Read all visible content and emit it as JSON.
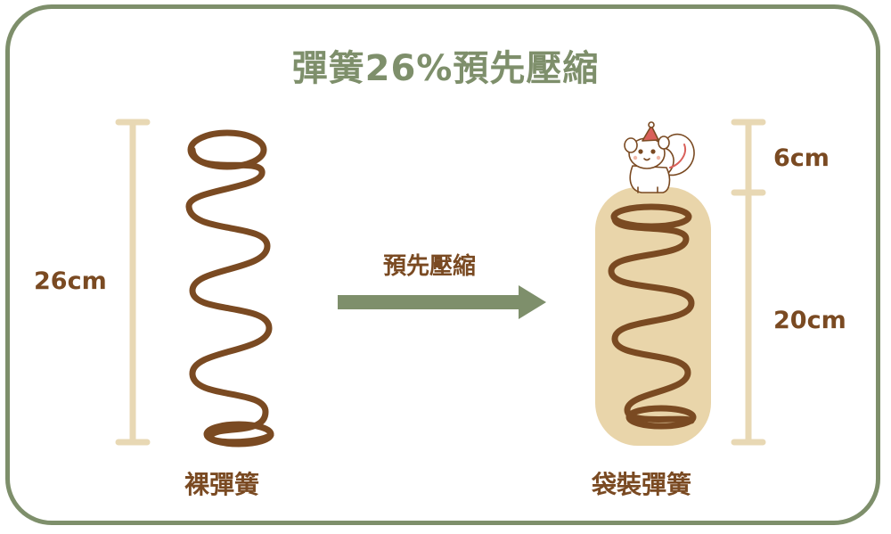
{
  "title": "彈簧26%預先壓縮",
  "left_dimension": "26cm",
  "top_dimension": "6cm",
  "bottom_dimension": "20cm",
  "arrow_label": "預先壓縮",
  "left_caption": "裸彈簧",
  "right_caption": "袋裝彈簧",
  "colors": {
    "frame": "#7e8f6b",
    "title": "#7e8f6b",
    "spring": "#7a4a22",
    "dimension_line": "#e8d8b4",
    "pocket": "#e9d5aa",
    "arrow": "#7e8f6b",
    "mascot_hat": "#d9605a"
  }
}
